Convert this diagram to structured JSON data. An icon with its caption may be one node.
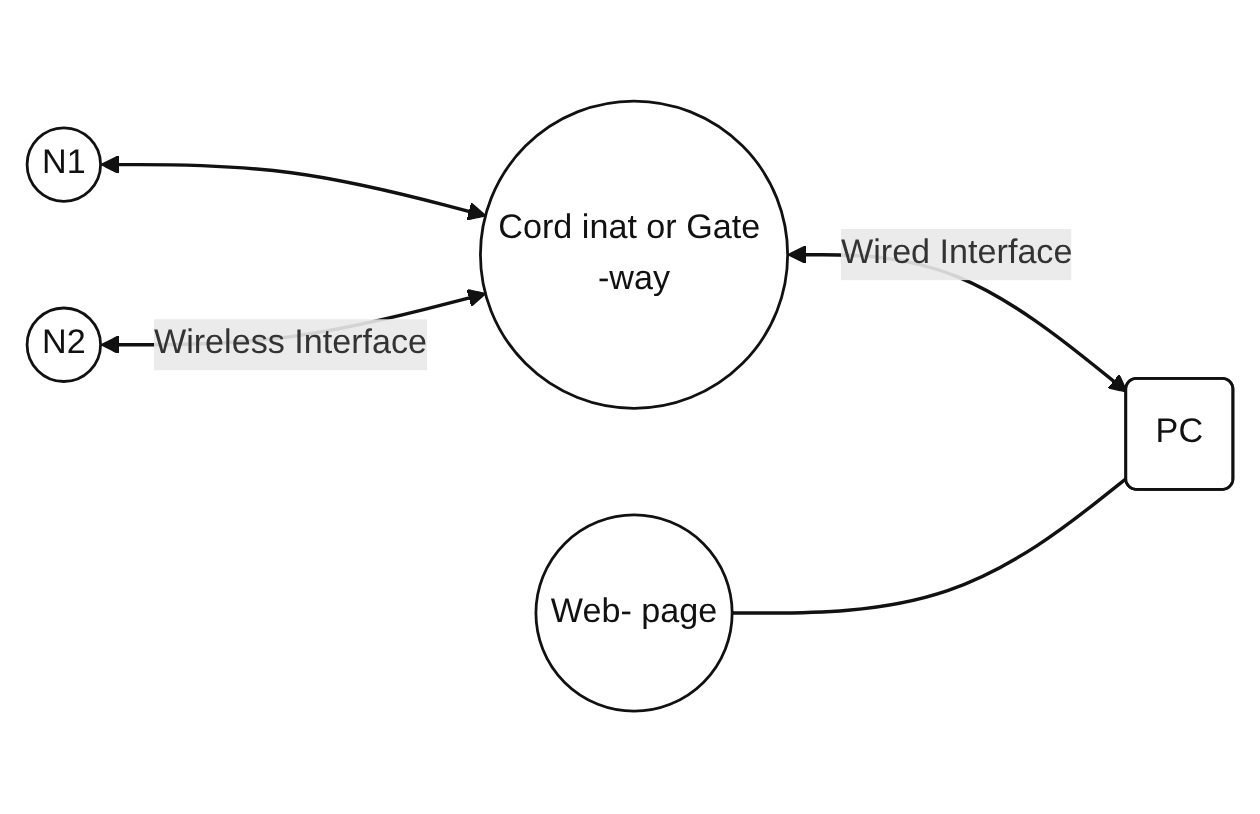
{
  "diagram": {
    "nodes": [
      {
        "text": [
          "N1"
        ]
      },
      {
        "text": [
          "N2"
        ]
      },
      {
        "text": [
          "Cord inat or Gate -way"
        ]
      },
      {
        "text": [
          "Web- page"
        ]
      },
      {
        "text": [
          "PC"
        ]
      }
    ],
    "edges": [
      {
        "from": 0,
        "to": 2,
        "arrow": "both"
      },
      {
        "from": 1,
        "to": 2,
        "arrow": "both",
        "label": "Wireless Interface"
      },
      {
        "from": 2,
        "to": 4,
        "arrow": "both",
        "label": "Wired Interface"
      },
      {
        "from": 3,
        "to": 4,
        "arrow": "none"
      }
    ]
  }
}
